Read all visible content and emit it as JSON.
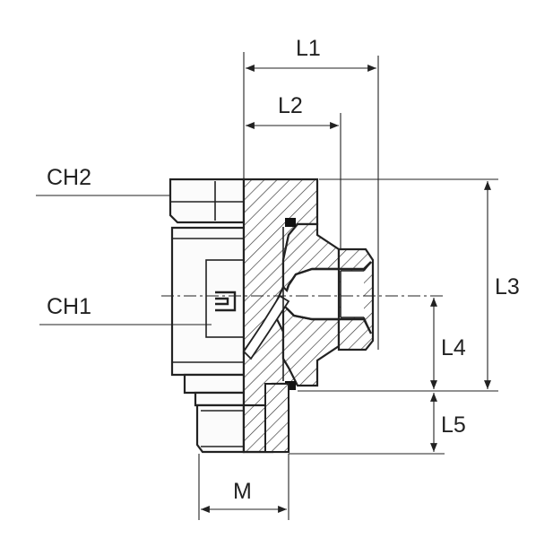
{
  "labels": {
    "l1": "L1",
    "l2": "L2",
    "l3": "L3",
    "l4": "L4",
    "l5": "L5",
    "m": "M",
    "ch1": "CH1",
    "ch2": "CH2"
  }
}
